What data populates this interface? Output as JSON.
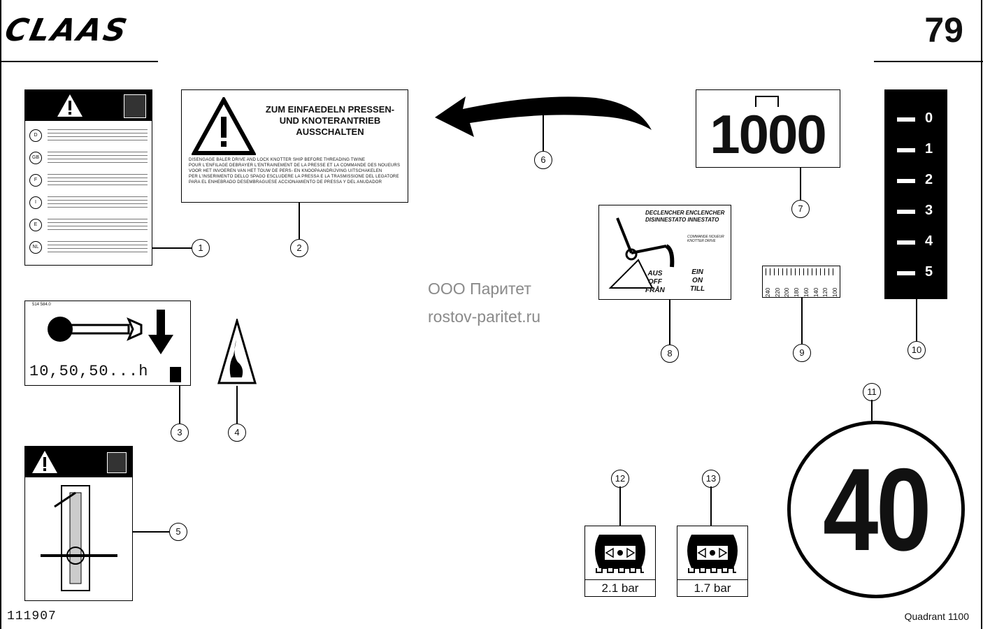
{
  "header": {
    "brand": "CLAAS",
    "page_number": "79"
  },
  "footer": {
    "drawing_number": "111907",
    "model": "Quadrant 1100"
  },
  "watermark": {
    "line1": "ООО Паритет",
    "line2": "rostov-paritet.ru"
  },
  "callouts": [
    "1",
    "2",
    "3",
    "4",
    "5",
    "6",
    "7",
    "8",
    "9",
    "10",
    "11",
    "12",
    "13"
  ],
  "decal_2": {
    "heading_line1": "ZUM EINFAEDELN PRESSEN-",
    "heading_line2": "UND KNOTERANTRIEB",
    "heading_line3": "AUSSCHALTEN",
    "small_lines": [
      "DISENGAGE BALER DRIVE AND LOCK KNOTTER SHIP BEFORE THREADING TWINE",
      "POUR L'ENFILAGE DEBRAYER L'ENTRAINEMENT DE LA PRESSE ET LA COMMANDE DES NOUEURS",
      "VOOR HET INVOEREN VAN HET TOUW DE PERS- EN KNOOPAANDRIJVING UITSCHAKELEN",
      "PER L'INSERIMENTO DELLO SPAGO ESCLUDERE LA PRESSA E LA TRASMISSIONE DEL LEGATORE",
      "PARA EL ENHEBRADO DESEMBRAGUESE ACCIONAMIENTO DE PRESSA Y DEL ANUDADOR"
    ]
  },
  "decal_1": {
    "langs": [
      "D",
      "GB",
      "F",
      "I",
      "E",
      "NL"
    ]
  },
  "decal_3": {
    "part_no": "514 584.0",
    "interval": "10,50,50...h"
  },
  "decal_7": {
    "value": "1000"
  },
  "decal_8": {
    "line1": "DECLENCHER  ENCLENCHER",
    "line2": "DISINNESTATO  INNESTATO",
    "line3": "COMMANDE NOUEUR",
    "line4": "KNOTTER DRIVE",
    "off_line1": "AUS",
    "off_line2": "OFF",
    "off_line3": "FRÅN",
    "on_line1": "EIN",
    "on_line2": "ON",
    "on_line3": "TILL"
  },
  "decal_9": {
    "scale": [
      "240",
      "220",
      "200",
      "180",
      "160",
      "140",
      "120",
      "100"
    ]
  },
  "decal_10": {
    "levels": [
      "0",
      "1",
      "2",
      "3",
      "4",
      "5"
    ]
  },
  "decal_11": {
    "speed": "40"
  },
  "decal_12": {
    "pressure": "2.1 bar"
  },
  "decal_13": {
    "pressure": "1.7 bar"
  }
}
